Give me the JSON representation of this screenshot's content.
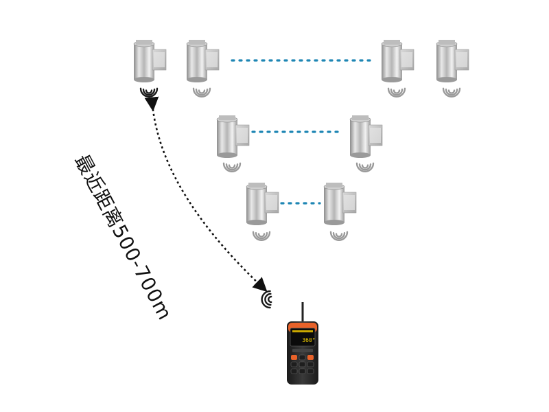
{
  "diagram": {
    "distance_label": "最近距离500-700m",
    "colors": {
      "background": "#ffffff",
      "link_dots": "#1f86b4",
      "wave_dark": "#1a1a1a",
      "wave_light": "#9a9a9a",
      "arrow": "#111111",
      "device_body": "#2b2b2b",
      "device_top": "#e8622a",
      "device_screen": "#0b0b0b",
      "device_screen_text": "#f5d000",
      "device_key": "#1e1e1e",
      "device_key_orange": "#e8622a"
    },
    "sensor_rows": [
      {
        "row": "top",
        "sensor_count": 4,
        "link": "dotted"
      },
      {
        "row": "middle",
        "sensor_count": 2,
        "link": "dotted"
      },
      {
        "row": "bottom",
        "sensor_count": 2,
        "link": "dotted"
      }
    ],
    "handheld_reader": {
      "screen_value": "360°",
      "icon": "handheld-reader-icon"
    }
  }
}
